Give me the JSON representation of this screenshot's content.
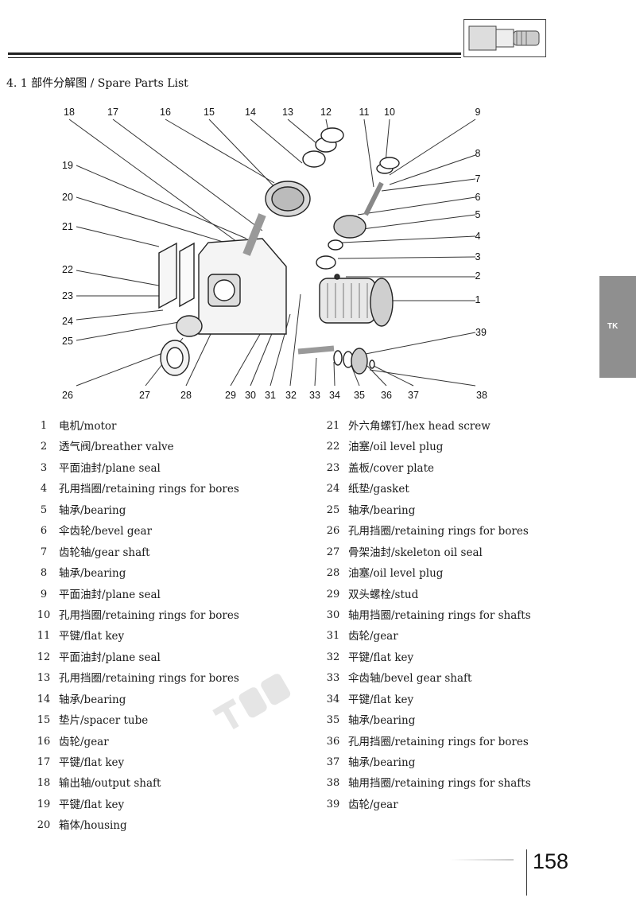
{
  "header": {
    "section_title": "4. 1 部件分解图 / Spare Parts List",
    "side_tab": "TK",
    "page_number": "158"
  },
  "callouts": [
    "18",
    "17",
    "16",
    "15",
    "14",
    "13",
    "12",
    "11",
    "10",
    "9",
    "8",
    "7",
    "6",
    "5",
    "4",
    "3",
    "2",
    "1",
    "39",
    "19",
    "20",
    "21",
    "22",
    "23",
    "24",
    "25",
    "26",
    "27",
    "28",
    "29",
    "30",
    "31",
    "32",
    "33",
    "34",
    "35",
    "36",
    "37",
    "38"
  ],
  "parts_left": [
    {
      "no": "1",
      "desc": "电机/motor"
    },
    {
      "no": "2",
      "desc": "透气阀/breather valve"
    },
    {
      "no": "3",
      "desc": "平面油封/plane seal"
    },
    {
      "no": "4",
      "desc": "孔用挡圈/retaining rings for bores"
    },
    {
      "no": "5",
      "desc": "轴承/bearing"
    },
    {
      "no": "6",
      "desc": "伞齿轮/bevel gear"
    },
    {
      "no": "7",
      "desc": "齿轮轴/gear shaft"
    },
    {
      "no": "8",
      "desc": "轴承/bearing"
    },
    {
      "no": "9",
      "desc": "平面油封/plane seal"
    },
    {
      "no": "10",
      "desc": "孔用挡圈/retaining rings for bores"
    },
    {
      "no": "11",
      "desc": "平键/flat key"
    },
    {
      "no": "12",
      "desc": "平面油封/plane seal"
    },
    {
      "no": "13",
      "desc": "孔用挡圈/retaining rings for bores"
    },
    {
      "no": "14",
      "desc": "轴承/bearing"
    },
    {
      "no": "15",
      "desc": "垫片/spacer tube"
    },
    {
      "no": "16",
      "desc": "齿轮/gear"
    },
    {
      "no": "17",
      "desc": "平键/flat key"
    },
    {
      "no": "18",
      "desc": "输出轴/output shaft"
    },
    {
      "no": "19",
      "desc": "平键/flat key"
    },
    {
      "no": "20",
      "desc": "箱体/housing"
    }
  ],
  "parts_right": [
    {
      "no": "21",
      "desc": "外六角螺钉/hex head screw"
    },
    {
      "no": "22",
      "desc": "油塞/oil level plug"
    },
    {
      "no": "23",
      "desc": "盖板/cover plate"
    },
    {
      "no": "24",
      "desc": "纸垫/gasket"
    },
    {
      "no": "25",
      "desc": "轴承/bearing"
    },
    {
      "no": "26",
      "desc": "孔用挡圈/retaining rings for bores"
    },
    {
      "no": "27",
      "desc": "骨架油封/skeleton oil seal"
    },
    {
      "no": "28",
      "desc": "油塞/oil level plug"
    },
    {
      "no": "29",
      "desc": "双头螺栓/stud"
    },
    {
      "no": "30",
      "desc": "轴用挡圈/retaining rings for shafts"
    },
    {
      "no": "31",
      "desc": "齿轮/gear"
    },
    {
      "no": "32",
      "desc": "平键/flat key"
    },
    {
      "no": "33",
      "desc": "伞齿轴/bevel gear shaft"
    },
    {
      "no": "34",
      "desc": "平键/flat key"
    },
    {
      "no": "35",
      "desc": "轴承/bearing"
    },
    {
      "no": "36",
      "desc": "孔用挡圈/retaining rings for bores"
    },
    {
      "no": "37",
      "desc": "轴承/bearing"
    },
    {
      "no": "38",
      "desc": "轴用挡圈/retaining rings for shafts"
    },
    {
      "no": "39",
      "desc": "齿轮/gear"
    }
  ]
}
